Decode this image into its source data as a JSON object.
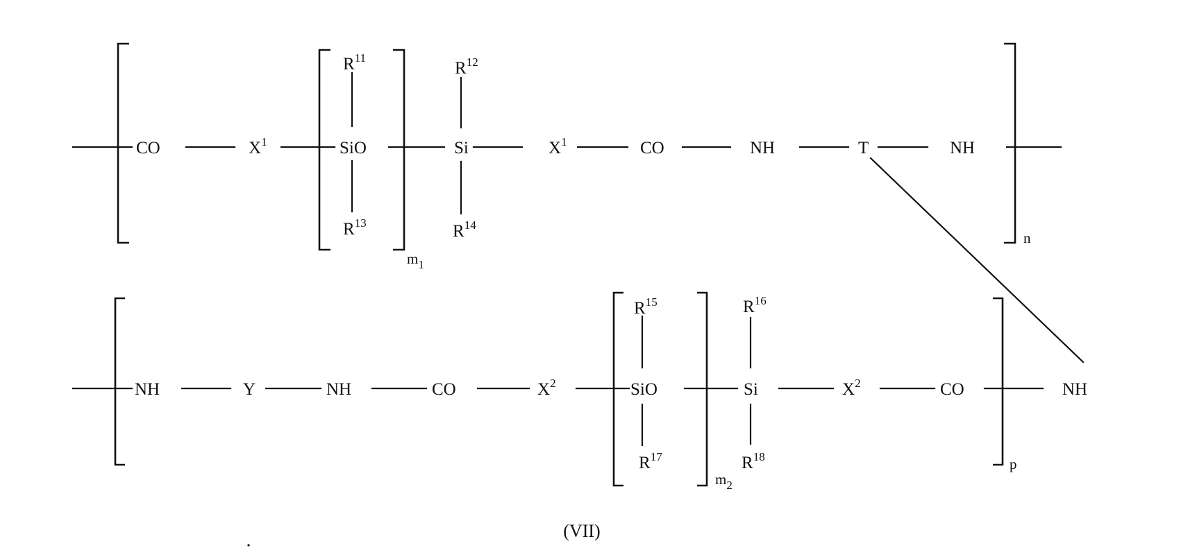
{
  "formula": {
    "row1": {
      "co_a": "CO",
      "x1_a": "X",
      "x1_a_sup": "1",
      "sio": "SiO",
      "r11": "R",
      "r11_sup": "11",
      "r13": "R",
      "r13_sup": "13",
      "m1": "m",
      "m1_sub": "1",
      "si": "Si",
      "r12": "R",
      "r12_sup": "12",
      "r14": "R",
      "r14_sup": "14",
      "x1_b": "X",
      "x1_b_sup": "1",
      "co_b": "CO",
      "nh_a": "NH",
      "t": "T",
      "nh_b": "NH",
      "n": "n"
    },
    "row2": {
      "nh_a": "NH",
      "y": "Y",
      "nh_b": "NH",
      "co_a": "CO",
      "x2_a": "X",
      "x2_a_sup": "2",
      "sio": "SiO",
      "r15": "R",
      "r15_sup": "15",
      "r17": "R",
      "r17_sup": "17",
      "m2": "m",
      "m2_sub": "2",
      "si": "Si",
      "r16": "R",
      "r16_sup": "16",
      "r18": "R",
      "r18_sup": "18",
      "x2_b": "X",
      "x2_b_sup": "2",
      "co_b": "CO",
      "p": "p",
      "nh_end": "NH"
    },
    "caption": "(VII)"
  }
}
